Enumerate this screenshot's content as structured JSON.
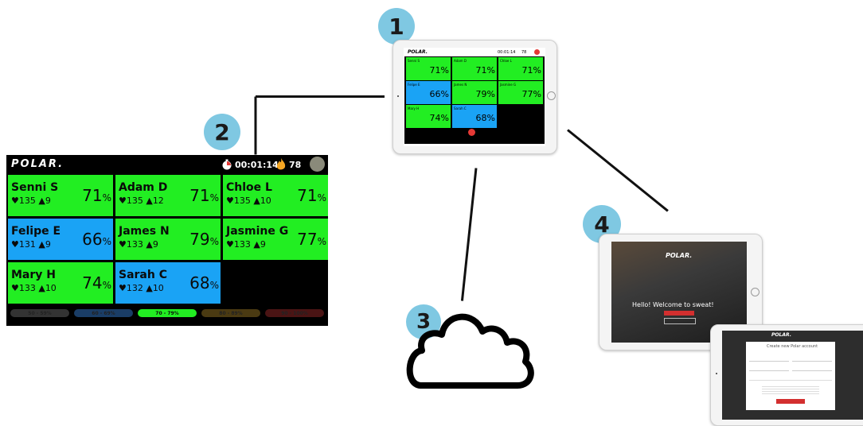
{
  "steps": [
    "1",
    "2",
    "3",
    "4"
  ],
  "dashboard": {
    "logo": "POLAR.",
    "timer": "00:01:14",
    "calories": "78",
    "players": [
      {
        "name": "Senni S",
        "hr": "135",
        "cal": "9",
        "pct": "71",
        "color": "green"
      },
      {
        "name": "Adam D",
        "hr": "135",
        "cal": "12",
        "pct": "71",
        "color": "green"
      },
      {
        "name": "Chloe L",
        "hr": "135",
        "cal": "10",
        "pct": "71",
        "color": "green"
      },
      {
        "name": "Felipe E",
        "hr": "131",
        "cal": "9",
        "pct": "66",
        "color": "blue"
      },
      {
        "name": "James N",
        "hr": "133",
        "cal": "9",
        "pct": "79",
        "color": "green"
      },
      {
        "name": "Jasmine G",
        "hr": "133",
        "cal": "9",
        "pct": "77",
        "color": "green"
      },
      {
        "name": "Mary H",
        "hr": "133",
        "cal": "10",
        "pct": "74",
        "color": "green"
      },
      {
        "name": "Sarah C",
        "hr": "132",
        "cal": "10",
        "pct": "68",
        "color": "blue"
      }
    ],
    "zones": [
      "50 - 59%",
      "60 - 69%",
      "70 - 79%",
      "80 - 89%",
      "90 - 100%"
    ],
    "zone_colors": [
      "#333333",
      "#1a3d66",
      "#22ee22",
      "#4a3a12",
      "#4a1414"
    ],
    "percent_sign": "%"
  },
  "signup": {
    "welcome": "Hello! Welcome to sweat!",
    "create_account": "Create new Polar account"
  },
  "colors": {
    "green": "#22ee22",
    "blue": "#1aa3f5",
    "badge": "#7fc8e2",
    "fire": "#f5a623",
    "timer_red": "#e53935"
  }
}
